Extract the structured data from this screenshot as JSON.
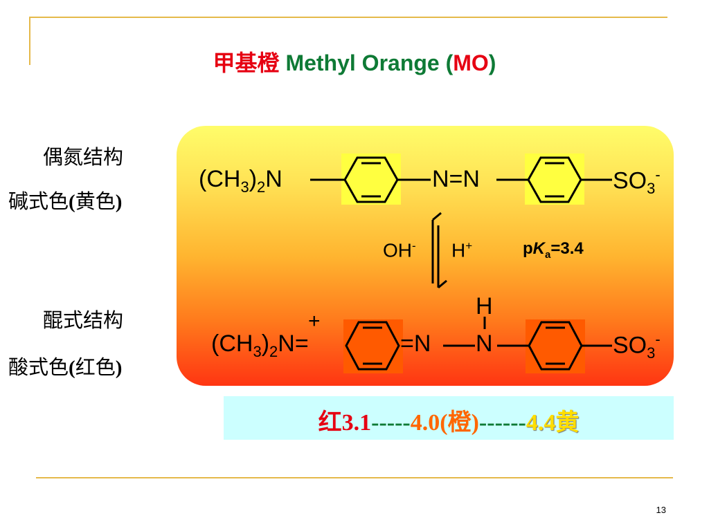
{
  "title": {
    "cn": "甲基橙",
    "main": " Methyl Orange (",
    "abbr": "MO",
    "close": ")"
  },
  "labels": {
    "azo_structure": "偶氮结构",
    "base_color_cn1": "碱式色",
    "base_color_cn2": "黄色",
    "quinoid_structure": "醌式结构",
    "acid_color_cn1": "酸式色",
    "acid_color_cn2": "红色"
  },
  "formula_top": {
    "left": "(CH",
    "left_sub": "3",
    "left_close": ")",
    "left_sub2": "2",
    "left_n": "N",
    "azo": "N=N",
    "right": "SO",
    "right_sub": "3",
    "right_sup": "-"
  },
  "equilibrium": {
    "oh": "OH",
    "oh_sup": "-",
    "h": "H",
    "h_sup": "+",
    "pka_p": "p",
    "pka_k": "K",
    "pka_sub": "a",
    "pka_value": "=3.4"
  },
  "formula_bottom": {
    "plus": "+",
    "left": "(CH",
    "left_sub": "3",
    "left_close": ")",
    "left_sub2": "2",
    "left_n": "N=",
    "mid": "=N",
    "nh_h": "H",
    "nh_n": "N",
    "right": "SO",
    "right_sub": "3",
    "right_sup": "-"
  },
  "range": {
    "red_cn": "红",
    "red_val": "3.1",
    "dash1": "-----",
    "mid": "4.0(",
    "orange_cn": "橙",
    "mid_close": ")",
    "dash2": "------",
    "yel_val": "4.4",
    "yel_cn": "黄"
  },
  "page_number": "13",
  "colors": {
    "title_green": "#0e7a35",
    "accent_red": "#e60012",
    "deco_gold": "#e5b94a",
    "range_bg": "#ccffff"
  }
}
